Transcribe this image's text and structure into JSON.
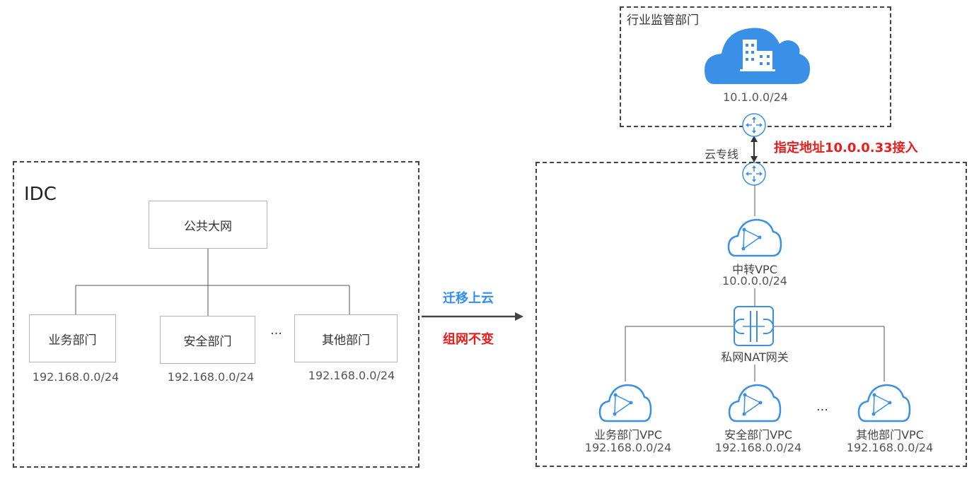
{
  "regulator": {
    "title": "行业监管部门",
    "cidr": "10.1.0.0/24"
  },
  "dedicated_line": {
    "label": "云专线",
    "note": "指定地址10.0.0.33接入"
  },
  "idc": {
    "title": "IDC",
    "internet": "公共大网",
    "ellipsis": "…",
    "departments": [
      {
        "name": "业务部门",
        "cidr": "192.168.0.0/24"
      },
      {
        "name": "安全部门",
        "cidr": "192.168.0.0/24"
      },
      {
        "name": "其他部门",
        "cidr": "192.168.0.0/24"
      }
    ]
  },
  "migration": {
    "top": "迁移上云",
    "bottom": "组网不变"
  },
  "cloud": {
    "transit_vpc": {
      "name": "中转VPC",
      "cidr": "10.0.0.0/24"
    },
    "nat_gateway": "私网NAT网关",
    "ellipsis": "…",
    "vpcs": [
      {
        "name": "业务部门VPC",
        "cidr": "192.168.0.0/24"
      },
      {
        "name": "安全部门VPC",
        "cidr": "192.168.0.0/24"
      },
      {
        "name": "其他部门VPC",
        "cidr": "192.168.0.0/24"
      }
    ]
  },
  "colors": {
    "accent_blue": "#2f8ef3",
    "icon_blue": "#3a8fe6",
    "alert_red": "#ee1b1b",
    "line_gray": "#555555"
  }
}
